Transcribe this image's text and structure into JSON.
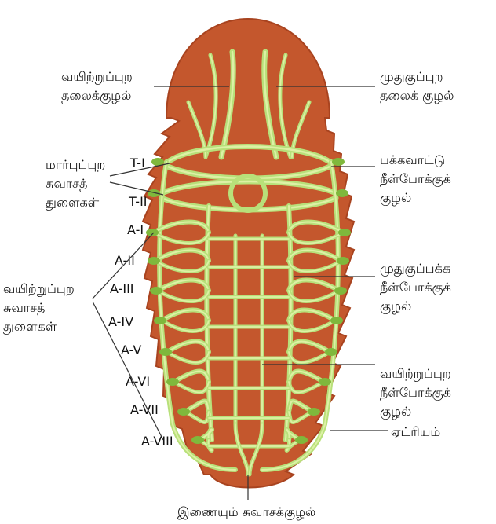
{
  "diagram": {
    "colors": {
      "body_fill": "#c4572d",
      "body_edge": "#a8431f",
      "trachea": "#b8e07a",
      "trachea_core": "#e6f5b0",
      "spiracle": "#7fb83c",
      "leader_line": "#333333"
    },
    "labels": {
      "ventral_head_trachea": "வயிற்றுப்புற\nதலைக்குழல்",
      "dorsal_head_trachea": "முதுகுப்புற\nதலைக் குழல்",
      "thoracic_spiracles": "மார்புப்புற\nசுவாசத்\nதுளைகள்",
      "lateral_longitudinal_trachea": "பக்கவாட்டு\nநீள்போக்குக்\nகுழல்",
      "dorsolateral_longitudinal_trachea": "முதுகுப்பக்க\nநீள்போக்குக்\nகுழல்",
      "abdominal_spiracles": "வயிற்றுப்புற\nசுவாசத்\nதுளைகள்",
      "ventral_longitudinal_trachea": "வயிற்றுப்புற\nநீள்போக்குக்\nகுழல்",
      "atrium": "ஏட்ரியம்",
      "connecting_trachea": "இணையும் சுவாசக்குழல்"
    },
    "segments": [
      "T-I",
      "T-II",
      "A-I",
      "A-II",
      "A-III",
      "A-IV",
      "A-V",
      "A-VI",
      "A-VII",
      "A-VIII"
    ]
  }
}
